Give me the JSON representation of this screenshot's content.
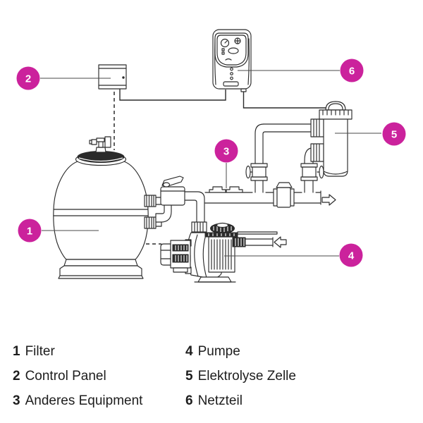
{
  "legend": {
    "items": [
      {
        "num": "1",
        "label": "Filter"
      },
      {
        "num": "2",
        "label": "Control Panel"
      },
      {
        "num": "3",
        "label": "Anderes Equipment"
      },
      {
        "num": "4",
        "label": "Pumpe"
      },
      {
        "num": "5",
        "label": "Elektrolyse Zelle"
      },
      {
        "num": "6",
        "label": "Netzteil"
      }
    ]
  },
  "colors": {
    "callout-color": "#cb229c",
    "line-color": "#2b2b2b",
    "text-color": "#1d1d1d",
    "leader-color": "#4a4a4a"
  }
}
